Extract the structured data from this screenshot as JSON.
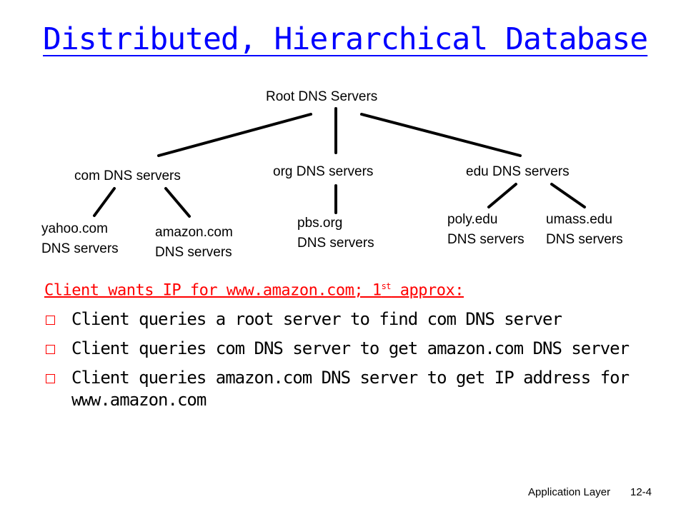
{
  "slide": {
    "title": "Distributed, Hierarchical Database",
    "title_color": "#0000ff"
  },
  "diagram": {
    "root": "Root DNS Servers",
    "tld": {
      "com": "com DNS servers",
      "org": "org DNS servers",
      "edu": "edu DNS servers"
    },
    "leaves": {
      "yahoo": {
        "line1": "yahoo.com",
        "line2": "DNS servers"
      },
      "amazon": {
        "line1": "amazon.com",
        "line2": "DNS servers"
      },
      "pbs": {
        "line1": "pbs.org",
        "line2": "DNS servers"
      },
      "poly": {
        "line1": "poly.edu",
        "line2": "DNS servers"
      },
      "umass": {
        "line1": "umass.edu",
        "line2": "DNS servers"
      }
    }
  },
  "example": {
    "heading_prefix": "Client wants IP for www.amazon.com; 1",
    "heading_sup": "st",
    "heading_suffix": " approx:",
    "heading_color": "#ff0000",
    "bullets": [
      "Client queries a root server to find com DNS server",
      "Client queries com DNS server to get amazon.com DNS server",
      "Client queries amazon.com DNS server to get  IP address for www.amazon.com"
    ]
  },
  "footer": {
    "section": "Application Layer",
    "page": "12-4"
  }
}
